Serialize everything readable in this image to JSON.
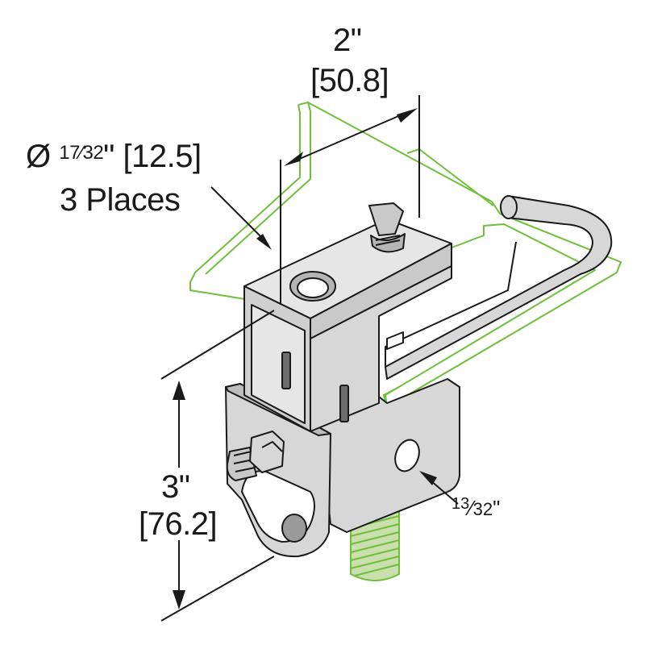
{
  "colors": {
    "beam": "#6fbf3a",
    "metal_fill": "#d7d7d7",
    "metal_dark": "#9a9a9a",
    "line": "#1a1a1a",
    "thread": "#c9dfae"
  },
  "dimensions": {
    "width_in": "2\"",
    "width_mm": "[50.8]",
    "hole_symbol": "Ø",
    "hole_num": "17",
    "hole_den": "32",
    "hole_mm": "\" [12.5]",
    "hole_places": "3 Places",
    "height_in": "3\"",
    "height_mm": "[76.2]",
    "side_hole_num": "13",
    "side_hole_den": "32",
    "side_hole_unit": "\""
  }
}
